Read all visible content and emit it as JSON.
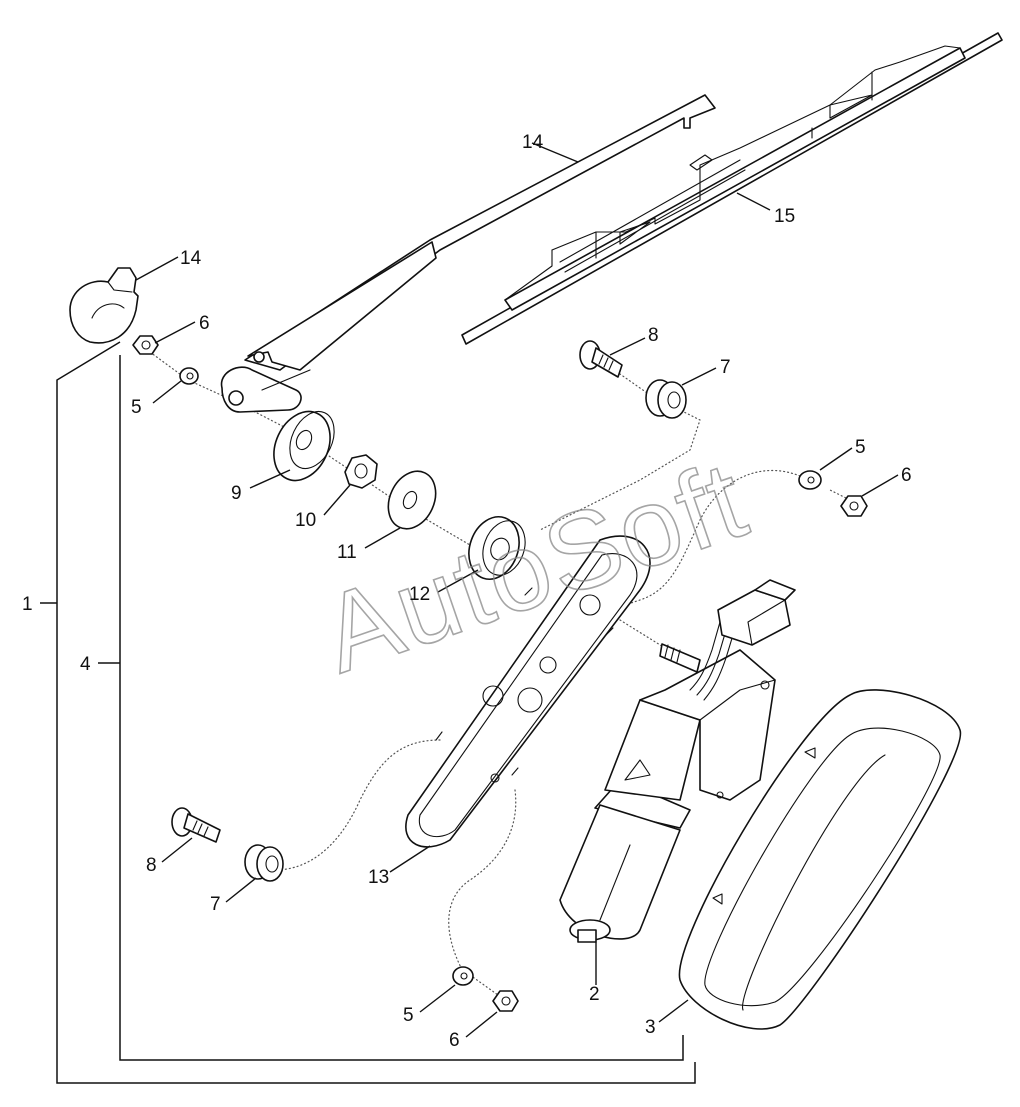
{
  "watermark": "AutoSoft",
  "callouts": {
    "c1": "1",
    "c2": "2",
    "c3": "3",
    "c4": "4",
    "c5a": "5",
    "c5b": "5",
    "c5c": "5",
    "c6a": "6",
    "c6b": "6",
    "c6c": "6",
    "c7a": "7",
    "c7b": "7",
    "c8a": "8",
    "c8b": "8",
    "c9": "9",
    "c10": "10",
    "c11": "11",
    "c12": "12",
    "c13": "13",
    "c14a": "14",
    "c14b": "14",
    "c15": "15"
  },
  "colors": {
    "line": "#111111",
    "background": "#ffffff",
    "watermark": "#888888"
  }
}
